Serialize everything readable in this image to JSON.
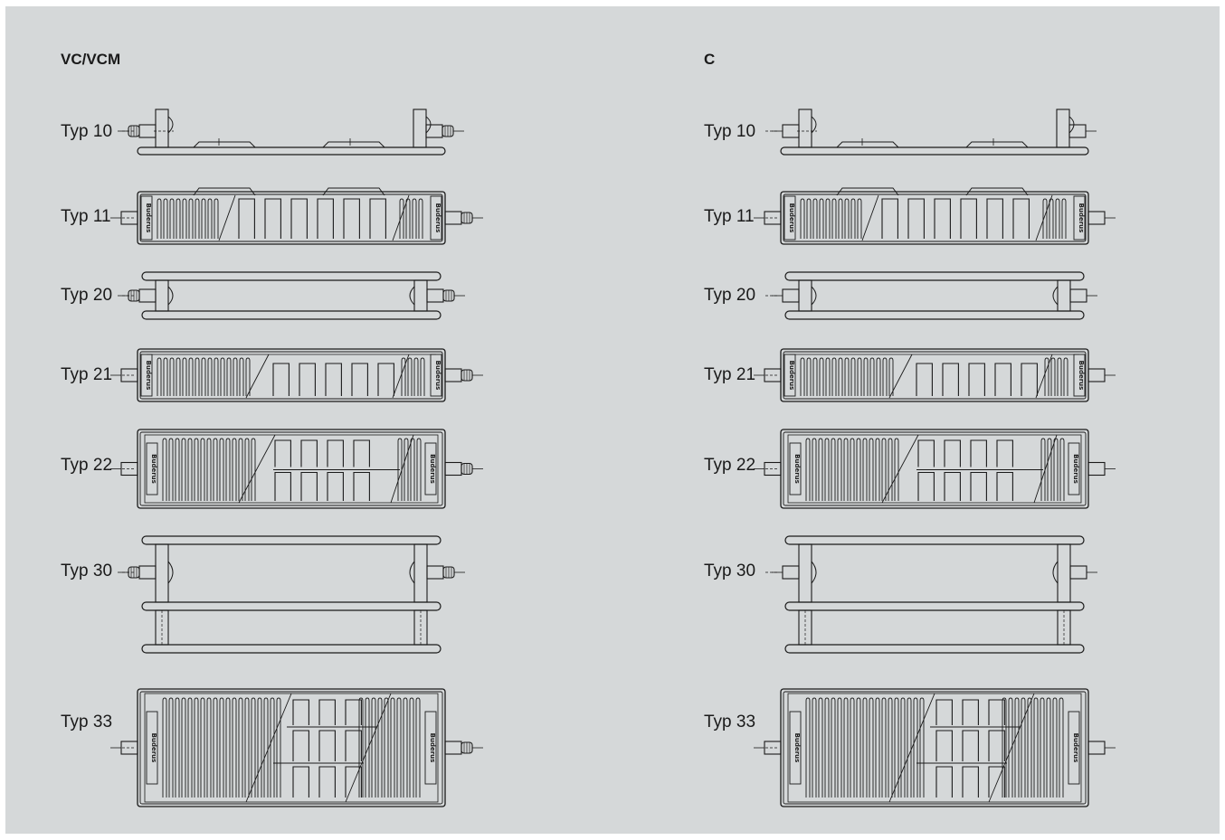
{
  "columns": [
    {
      "id": "vc",
      "title": "VC/VCM",
      "valve": true,
      "types": [
        "Typ 10",
        "Typ 11",
        "Typ 20",
        "Typ 21",
        "Typ 22",
        "Typ 30",
        "Typ 33"
      ]
    },
    {
      "id": "c",
      "title": "C",
      "valve": false,
      "types": [
        "Typ 10",
        "Typ 11",
        "Typ 20",
        "Typ 21",
        "Typ 22",
        "Typ 30",
        "Typ 33"
      ]
    }
  ],
  "colors": {
    "background": "#d5d8d9",
    "line": "#1a1a1a",
    "text": "#1a1a1a"
  },
  "logo_text": "Buderus"
}
